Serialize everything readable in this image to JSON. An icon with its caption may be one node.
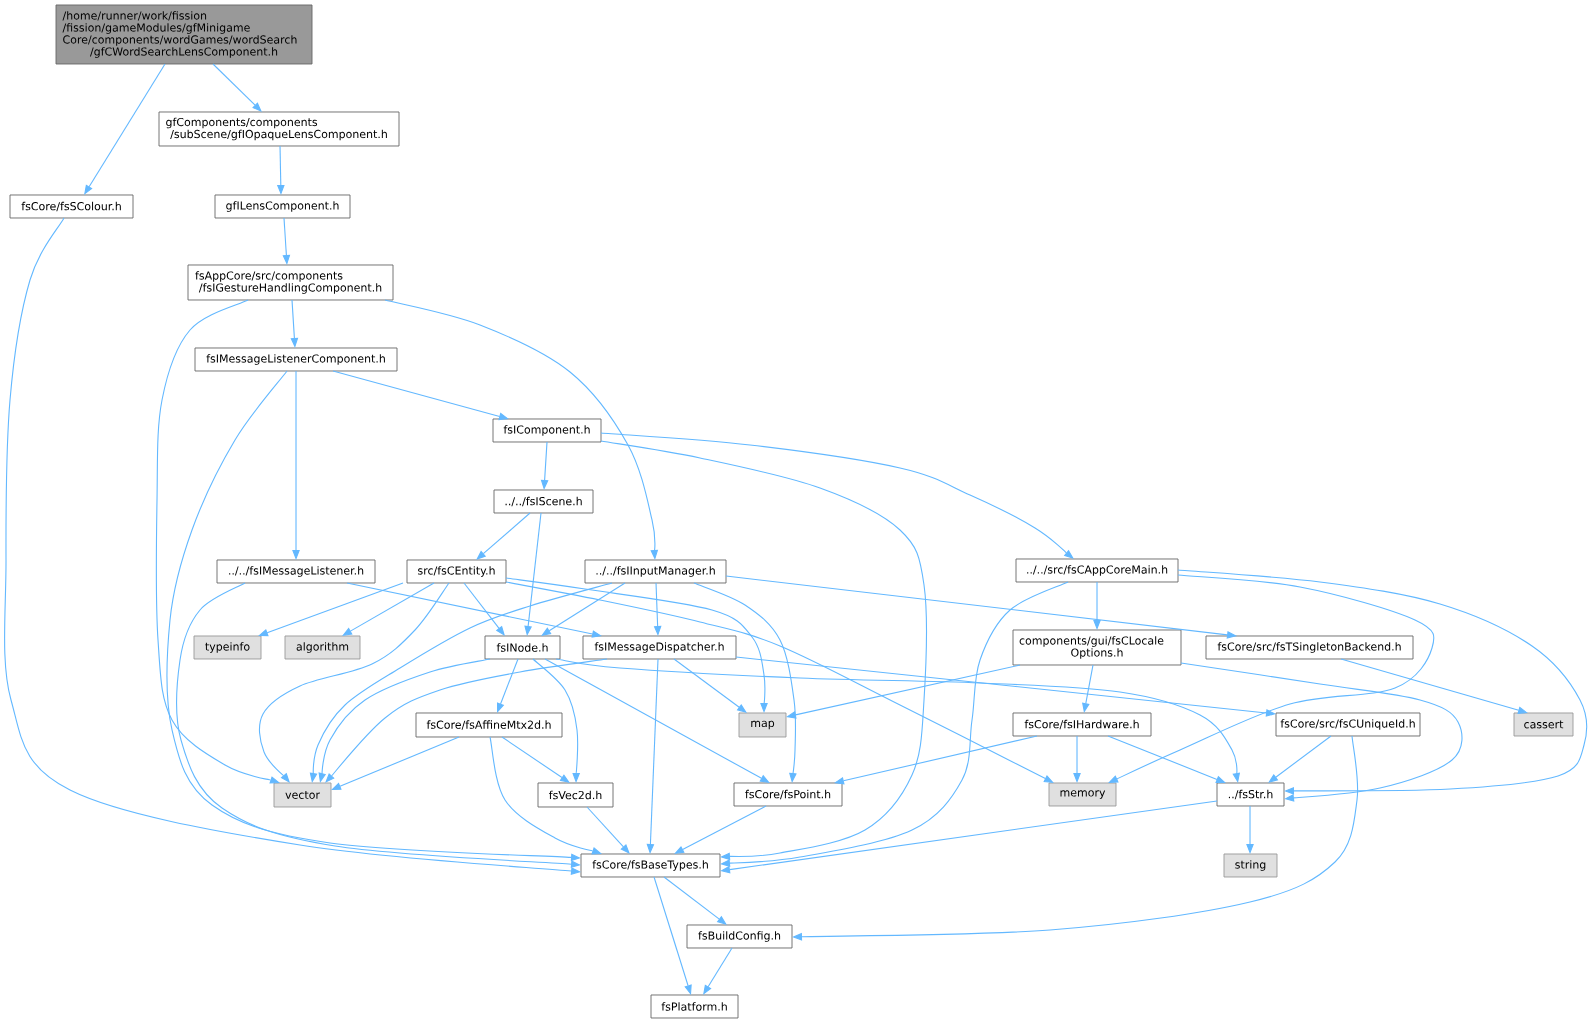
{
  "diagram": {
    "nodes": [
      {
        "text": [
          "/home/runner/work/fission /fission/gameModules/gfMinigame Core/components/wordGames/wordSearch /gfCWordSearchLensComponent.h"
        ]
      },
      {
        "text": [
          "gfComponents/components /subScene/gfIOpaqueLensComponent.h"
        ]
      },
      {
        "text": [
          "fsCore/fsSColour.h"
        ]
      },
      {
        "text": [
          "gfILensComponent.h"
        ]
      },
      {
        "text": [
          "fsAppCore/src/components /fsIGestureHandlingComponent.h"
        ]
      },
      {
        "text": [
          "fsIMessageListenerComponent.h"
        ]
      },
      {
        "text": [
          "fsIComponent.h"
        ]
      },
      {
        "text": [
          "../../fsIScene.h"
        ]
      },
      {
        "text": [
          "../../fsIMessageListener.h"
        ]
      },
      {
        "text": [
          "src/fsCEntity.h"
        ]
      },
      {
        "text": [
          "../../fsIInputManager.h"
        ]
      },
      {
        "text": [
          "../../src/fsCAppCoreMain.h"
        ]
      },
      {
        "text": [
          "typeinfo"
        ]
      },
      {
        "text": [
          "algorithm"
        ]
      },
      {
        "text": [
          "fsINode.h"
        ]
      },
      {
        "text": [
          "fsIMessageDispatcher.h"
        ]
      },
      {
        "text": [
          "components/gui/fsCLocale Options.h"
        ]
      },
      {
        "text": [
          "fsCore/src/fsTSingletonBackend.h"
        ]
      },
      {
        "text": [
          "fsCore/fsAffineMtx2d.h"
        ]
      },
      {
        "text": [
          "map"
        ]
      },
      {
        "text": [
          "fsCore/fsIHardware.h"
        ]
      },
      {
        "text": [
          "fsCore/src/fsCUniqueId.h"
        ]
      },
      {
        "text": [
          "cassert"
        ]
      },
      {
        "text": [
          "vector"
        ]
      },
      {
        "text": [
          "fsVec2d.h"
        ]
      },
      {
        "text": [
          "fsCore/fsPoint.h"
        ]
      },
      {
        "text": [
          "memory"
        ]
      },
      {
        "text": [
          "../fsStr.h"
        ]
      },
      {
        "text": [
          "fsCore/fsBaseTypes.h"
        ]
      },
      {
        "text": [
          "string"
        ]
      },
      {
        "text": [
          "fsBuildConfig.h"
        ]
      },
      {
        "text": [
          "fsPlatform.h"
        ]
      }
    ],
    "edges": [
      {
        "from": 0,
        "to": 1,
        "arrow": "to"
      },
      {
        "from": 0,
        "to": 2,
        "arrow": "to"
      },
      {
        "from": 1,
        "to": 3,
        "arrow": "to"
      },
      {
        "from": 2,
        "to": 28,
        "arrow": "to"
      },
      {
        "from": 3,
        "to": 4,
        "arrow": "to"
      },
      {
        "from": 4,
        "to": 5,
        "arrow": "to"
      },
      {
        "from": 4,
        "to": 10,
        "arrow": "to"
      },
      {
        "from": 4,
        "to": 23,
        "arrow": "to"
      },
      {
        "from": 5,
        "to": 6,
        "arrow": "to"
      },
      {
        "from": 5,
        "to": 8,
        "arrow": "to"
      },
      {
        "from": 5,
        "to": 28,
        "arrow": "to"
      },
      {
        "from": 6,
        "to": 7,
        "arrow": "to"
      },
      {
        "from": 6,
        "to": 11,
        "arrow": "to"
      },
      {
        "from": 6,
        "to": 28,
        "arrow": "to"
      },
      {
        "from": 7,
        "to": 9,
        "arrow": "to"
      },
      {
        "from": 7,
        "to": 14,
        "arrow": "to"
      },
      {
        "from": 8,
        "to": 15,
        "arrow": "to"
      },
      {
        "from": 8,
        "to": 28,
        "arrow": "to"
      },
      {
        "from": 9,
        "to": 12,
        "arrow": "to"
      },
      {
        "from": 9,
        "to": 13,
        "arrow": "to"
      },
      {
        "from": 9,
        "to": 23,
        "arrow": "to"
      },
      {
        "from": 9,
        "to": 14,
        "arrow": "to"
      },
      {
        "from": 9,
        "to": 19,
        "arrow": "to"
      },
      {
        "from": 9,
        "to": 26,
        "arrow": "to"
      },
      {
        "from": 10,
        "to": 23,
        "arrow": "to"
      },
      {
        "from": 10,
        "to": 14,
        "arrow": "to"
      },
      {
        "from": 10,
        "to": 15,
        "arrow": "to"
      },
      {
        "from": 10,
        "to": 25,
        "arrow": "to"
      },
      {
        "from": 10,
        "to": 17,
        "arrow": "to"
      },
      {
        "from": 11,
        "to": 16,
        "arrow": "to"
      },
      {
        "from": 11,
        "to": 28,
        "arrow": "to"
      },
      {
        "from": 11,
        "to": 26,
        "arrow": "to"
      },
      {
        "from": 11,
        "to": 27,
        "arrow": "to"
      },
      {
        "from": 16,
        "to": 19,
        "arrow": "to"
      },
      {
        "from": 16,
        "to": 20,
        "arrow": "to"
      },
      {
        "from": 16,
        "to": 27,
        "arrow": "to"
      },
      {
        "from": 17,
        "to": 22,
        "arrow": "to"
      },
      {
        "from": 14,
        "to": 23,
        "arrow": "to"
      },
      {
        "from": 14,
        "to": 18,
        "arrow": "to"
      },
      {
        "from": 14,
        "to": 24,
        "arrow": "to"
      },
      {
        "from": 14,
        "to": 25,
        "arrow": "to"
      },
      {
        "from": 14,
        "to": 27,
        "arrow": "to"
      },
      {
        "from": 15,
        "to": 23,
        "arrow": "to"
      },
      {
        "from": 15,
        "to": 19,
        "arrow": "to"
      },
      {
        "from": 15,
        "to": 28,
        "arrow": "to"
      },
      {
        "from": 15,
        "to": 21,
        "arrow": "to"
      },
      {
        "from": 18,
        "to": 23,
        "arrow": "to"
      },
      {
        "from": 18,
        "to": 24,
        "arrow": "to"
      },
      {
        "from": 18,
        "to": 28,
        "arrow": "to"
      },
      {
        "from": 24,
        "to": 28,
        "arrow": "to"
      },
      {
        "from": 25,
        "to": 28,
        "arrow": "to"
      },
      {
        "from": 20,
        "to": 25,
        "arrow": "to"
      },
      {
        "from": 20,
        "to": 26,
        "arrow": "to"
      },
      {
        "from": 20,
        "to": 27,
        "arrow": "to"
      },
      {
        "from": 21,
        "to": 27,
        "arrow": "to"
      },
      {
        "from": 21,
        "to": 30,
        "arrow": "to"
      },
      {
        "from": 27,
        "to": 28,
        "arrow": "to"
      },
      {
        "from": 27,
        "to": 29,
        "arrow": "to"
      },
      {
        "from": 28,
        "to": 30,
        "arrow": "to"
      },
      {
        "from": 28,
        "to": 31,
        "arrow": "to"
      },
      {
        "from": 30,
        "to": 31,
        "arrow": "to"
      }
    ]
  }
}
